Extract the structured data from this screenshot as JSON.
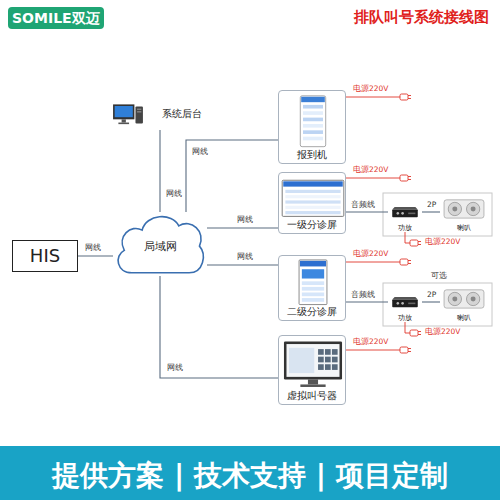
{
  "diagram": {
    "title": "排队叫号系统接线图",
    "nodes": [
      {
        "text": [
          "SOMILE双迈"
        ]
      },
      {
        "text": [
          "系统后台"
        ]
      },
      {
        "text": [
          "HIS"
        ]
      },
      {
        "text": [
          "局域网"
        ]
      },
      {
        "text": [
          "报到机"
        ]
      },
      {
        "text": [
          "一级分诊屏"
        ]
      },
      {
        "text": [
          "功放"
        ]
      },
      {
        "text": [
          "喇叭"
        ]
      },
      {
        "text": [
          "二级分诊屏"
        ]
      },
      {
        "text": [
          "功放"
        ]
      },
      {
        "text": [
          "喇叭"
        ]
      },
      {
        "text": [
          "虚拟叫号器"
        ]
      },
      {
        "text": [
          "提供方案 | 技术支持 | 项目定制"
        ]
      }
    ],
    "edges": [
      {
        "from": 1,
        "to": 3,
        "label": "网线",
        "arrow": "none"
      },
      {
        "from": 2,
        "to": 3,
        "label": "网线",
        "arrow": "none"
      },
      {
        "from": 3,
        "to": 4,
        "label": "网线",
        "arrow": "none"
      },
      {
        "from": 3,
        "to": 5,
        "label": "网线",
        "arrow": "none"
      },
      {
        "from": 3,
        "to": 8,
        "label": "网线",
        "arrow": "none"
      },
      {
        "from": 3,
        "to": 11,
        "label": "网线",
        "arrow": "none"
      },
      {
        "from": 5,
        "to": 6,
        "label": "音频线",
        "arrow": "none"
      },
      {
        "from": 6,
        "to": 7,
        "label": "2P",
        "arrow": "none"
      },
      {
        "from": 8,
        "to": 9,
        "label": "音频线",
        "arrow": "none"
      },
      {
        "from": 9,
        "to": 10,
        "label": "2P",
        "arrow": "none"
      }
    ],
    "labels": [
      "电源220V",
      "电源220V",
      "电源220V",
      "电源220V",
      "可选",
      "电源220V",
      "电源220V"
    ]
  }
}
